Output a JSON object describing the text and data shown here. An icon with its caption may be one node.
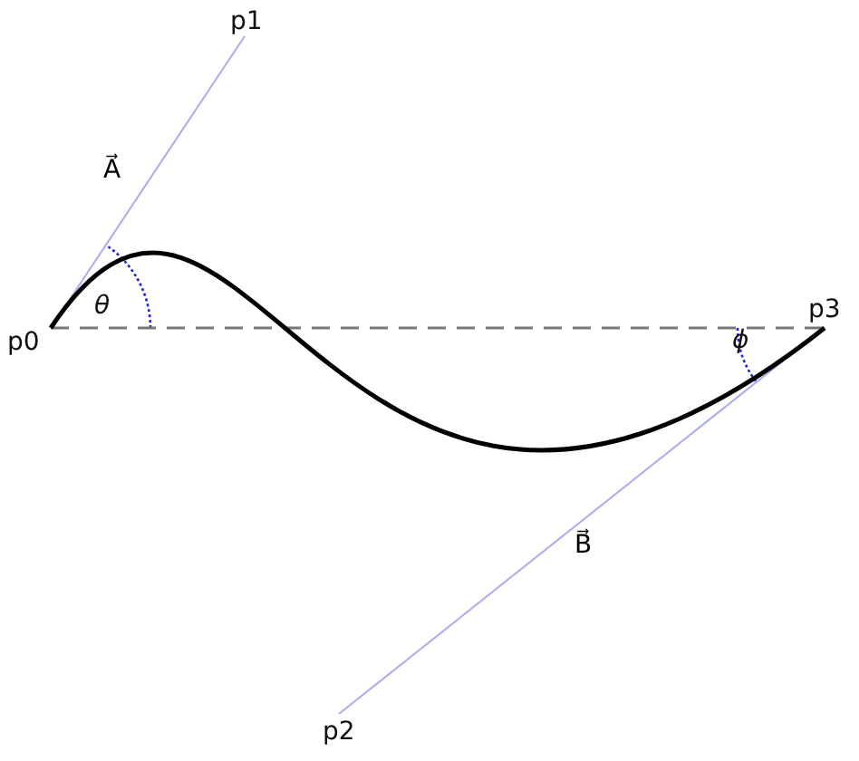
{
  "diagram": {
    "nodes": [
      {
        "text": [
          "p0"
        ]
      },
      {
        "text": [
          "p1"
        ]
      },
      {
        "text": [
          "p2"
        ]
      },
      {
        "text": [
          "p3"
        ]
      }
    ],
    "edges": [
      {
        "from": 0,
        "to": 1,
        "arrow": "none",
        "label": "A⃗"
      },
      {
        "from": 3,
        "to": 2,
        "arrow": "none",
        "label": "B⃗"
      },
      {
        "from": 0,
        "to": 3,
        "arrow": "none",
        "style": "dashed",
        "color": "#777777"
      },
      {
        "from": 0,
        "to": 3,
        "arrow": "none",
        "style": "thick",
        "color": "#000000"
      }
    ],
    "labels": [
      "θ",
      "ϕ"
    ]
  }
}
